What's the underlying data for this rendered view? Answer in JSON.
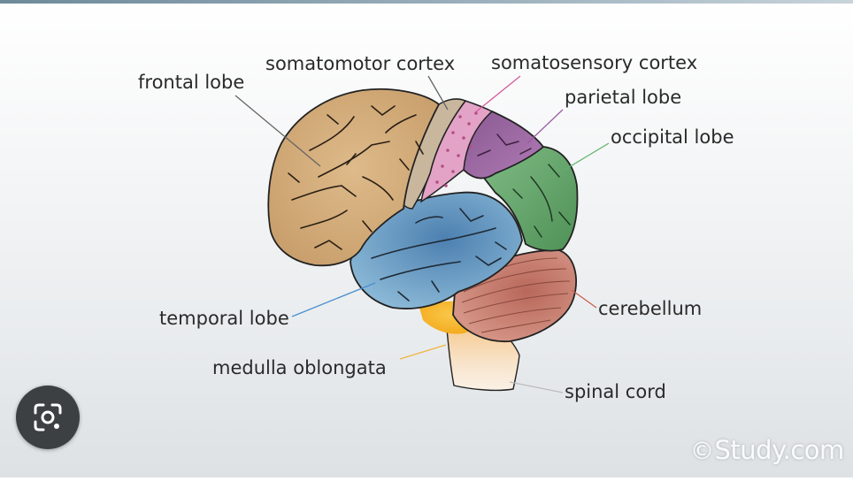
{
  "diagram": {
    "labels": {
      "frontal_lobe": "frontal lobe",
      "somatomotor_cortex": "somatomotor cortex",
      "somatosensory_cortex": "somatosensory cortex",
      "parietal_lobe": "parietal lobe",
      "occipital_lobe": "occipital lobe",
      "temporal_lobe": "temporal lobe",
      "cerebellum": "cerebellum",
      "medulla_oblongata": "medulla oblongata",
      "spinal_cord": "spinal cord"
    },
    "colors": {
      "frontal_lobe": "#d4aa78",
      "somatomotor_cortex": "#c9b79d",
      "somatosensory_cortex": "#e3a3c6",
      "parietal_lobe": "#9a6aa0",
      "occipital_lobe": "#6aaa72",
      "temporal_lobe": "#79a9cc",
      "cerebellum": "#c8796a",
      "medulla_oblongata": "#f7bb35",
      "spinal_cord": "#f5e3cd"
    }
  },
  "watermark": {
    "icon": "copyright-icon",
    "text": "Study.com"
  },
  "lens_button": {
    "icon": "camera-search-icon"
  }
}
